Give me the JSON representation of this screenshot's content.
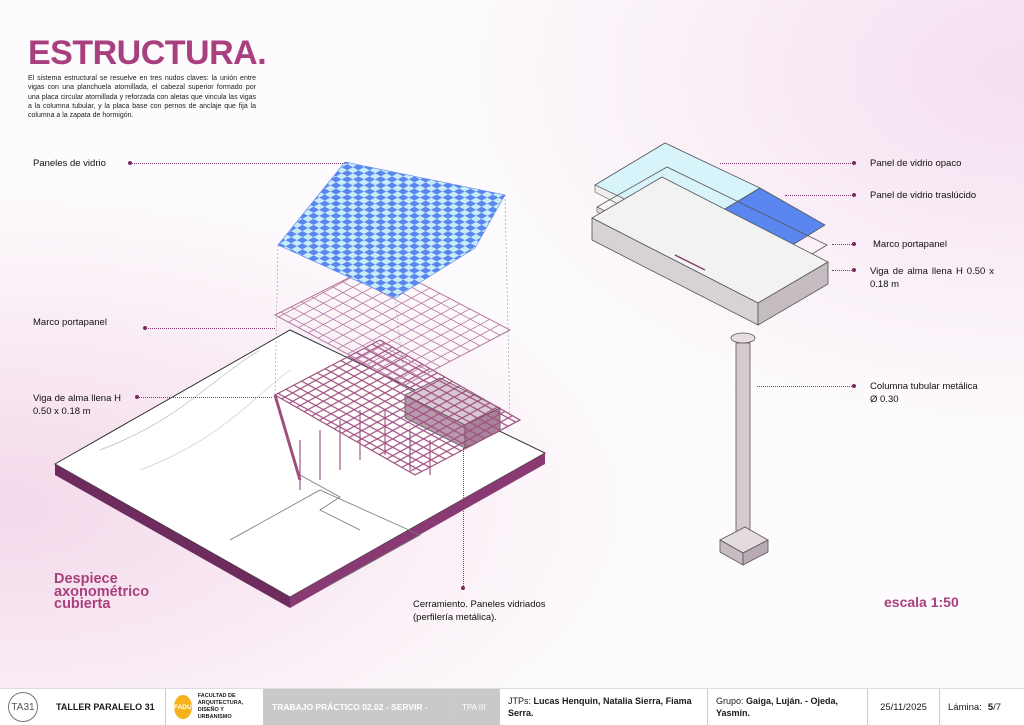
{
  "title": "ESTRUCTURA.",
  "intro": "El sistema estructural se resuelve en tres nudos claves: la unión entre vigas con una planchuela atornillada, el cabezal superior formado por una placa circular atornillada y reforzada con aletas que vincula las vigas a la columna tubular, y la placa base con pernos de anclaje que fija la columna a la zapata de hormigón.",
  "left_labels": {
    "glass": "Paneles de vidrio",
    "frame": "Marco portapanel",
    "beam": "Viga de alma llena H 0.50 x 0.18 m",
    "enclosure": "Cerramiento. Paneles vidriados (perfilería metálica)."
  },
  "right_labels": {
    "opaque": "Panel de vidrio opaco",
    "translucent": "Panel de vidrio traslúcido",
    "frame": "Marco portapanel",
    "beam": "Viga de alma llena H 0.50 x 0.18 m",
    "column": "Columna tubular metálica Ø 0.30"
  },
  "drawing_title": "Despiece axonométrico cubierta",
  "scale": "escala 1:50",
  "footer": {
    "logo": "TA31",
    "course": "TALLER PARALELO 31",
    "fadu_badge": "FADU",
    "faculty": "FACULTAD DE ARQUITECTURA, DISEÑO Y URBANISMO",
    "assignment": "TRABAJO PRÁCTICO 02.02 - SERVIR -",
    "tpa": "TPA III",
    "jtps_label": "JTPs:",
    "jtps": "Lucas Henquin, Natalia Sierra, Fiama Serra.",
    "group_label": "Grupo:",
    "group": "Gaiga, Luján. - Ojeda, Yasmín.",
    "date": "25/11/2025",
    "sheet_label": "Lámina:",
    "sheet_current": "5",
    "sheet_total": "/7"
  },
  "colors": {
    "accent": "#a8407e",
    "glass_blue": "#5a86f0",
    "glass_light": "#c8ecf6"
  }
}
